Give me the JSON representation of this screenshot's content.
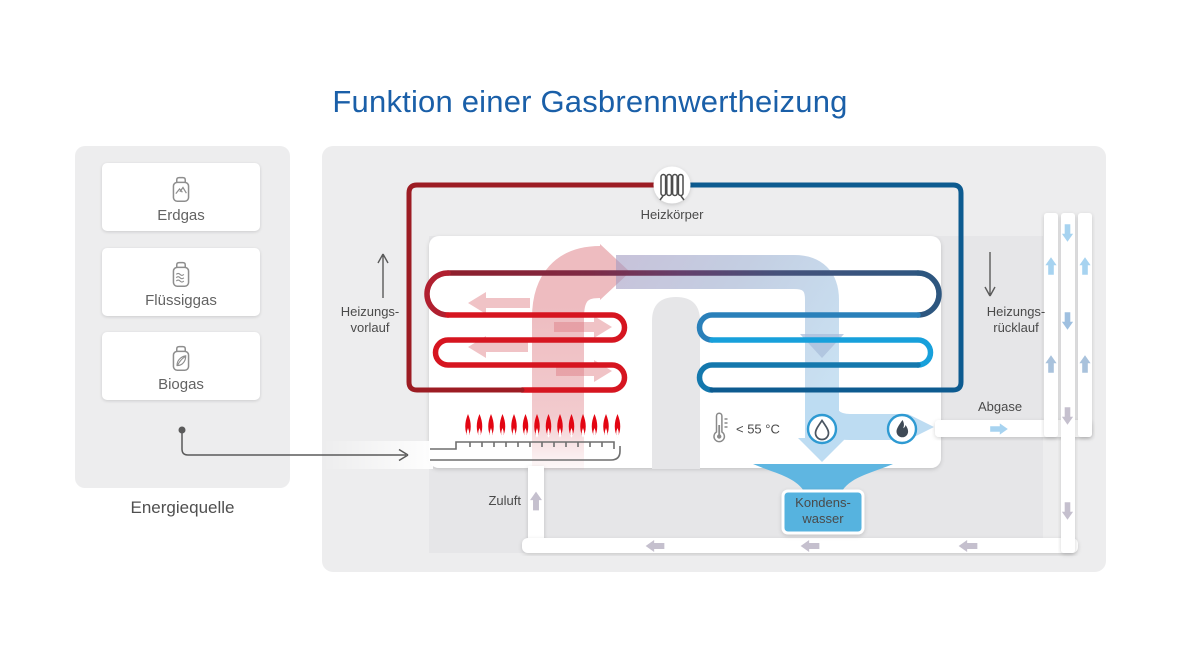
{
  "title": "Funktion einer Gasbrennwertheizung",
  "energy_panel": {
    "label": "Energiequelle",
    "items": [
      {
        "label": "Erdgas",
        "icon": "gas-bottle-mountain-icon"
      },
      {
        "label": "Flüssiggas",
        "icon": "gas-bottle-waves-icon"
      },
      {
        "label": "Biogas",
        "icon": "gas-bottle-leaf-icon"
      }
    ]
  },
  "diagram": {
    "radiator_label": "Heizkörper",
    "supply_label_line1": "Heizungs-",
    "supply_label_line2": "vorlauf",
    "return_label_line1": "Heizungs-",
    "return_label_line2": "rücklauf",
    "exhaust_label": "Abgase",
    "air_supply_label": "Zuluft",
    "temperature_label": "< 55 °C",
    "condensate_label_line1": "Kondens-",
    "condensate_label_line2": "wasser"
  },
  "colors": {
    "title_blue": "#1a5fa8",
    "hot_pipe_dark_red": "#9c1c23",
    "hot_coil_red": "#d61520",
    "cold_pipe_dark_blue": "#0d5b90",
    "coil_cyan": "#17a0db",
    "condensate_blue": "#57b3df",
    "flow_arrow_light_blue": "#bddcf2",
    "air_arrow_gray": "#c5c0ce",
    "panel_gray": "#ededee",
    "flame_red": "#e30613"
  }
}
